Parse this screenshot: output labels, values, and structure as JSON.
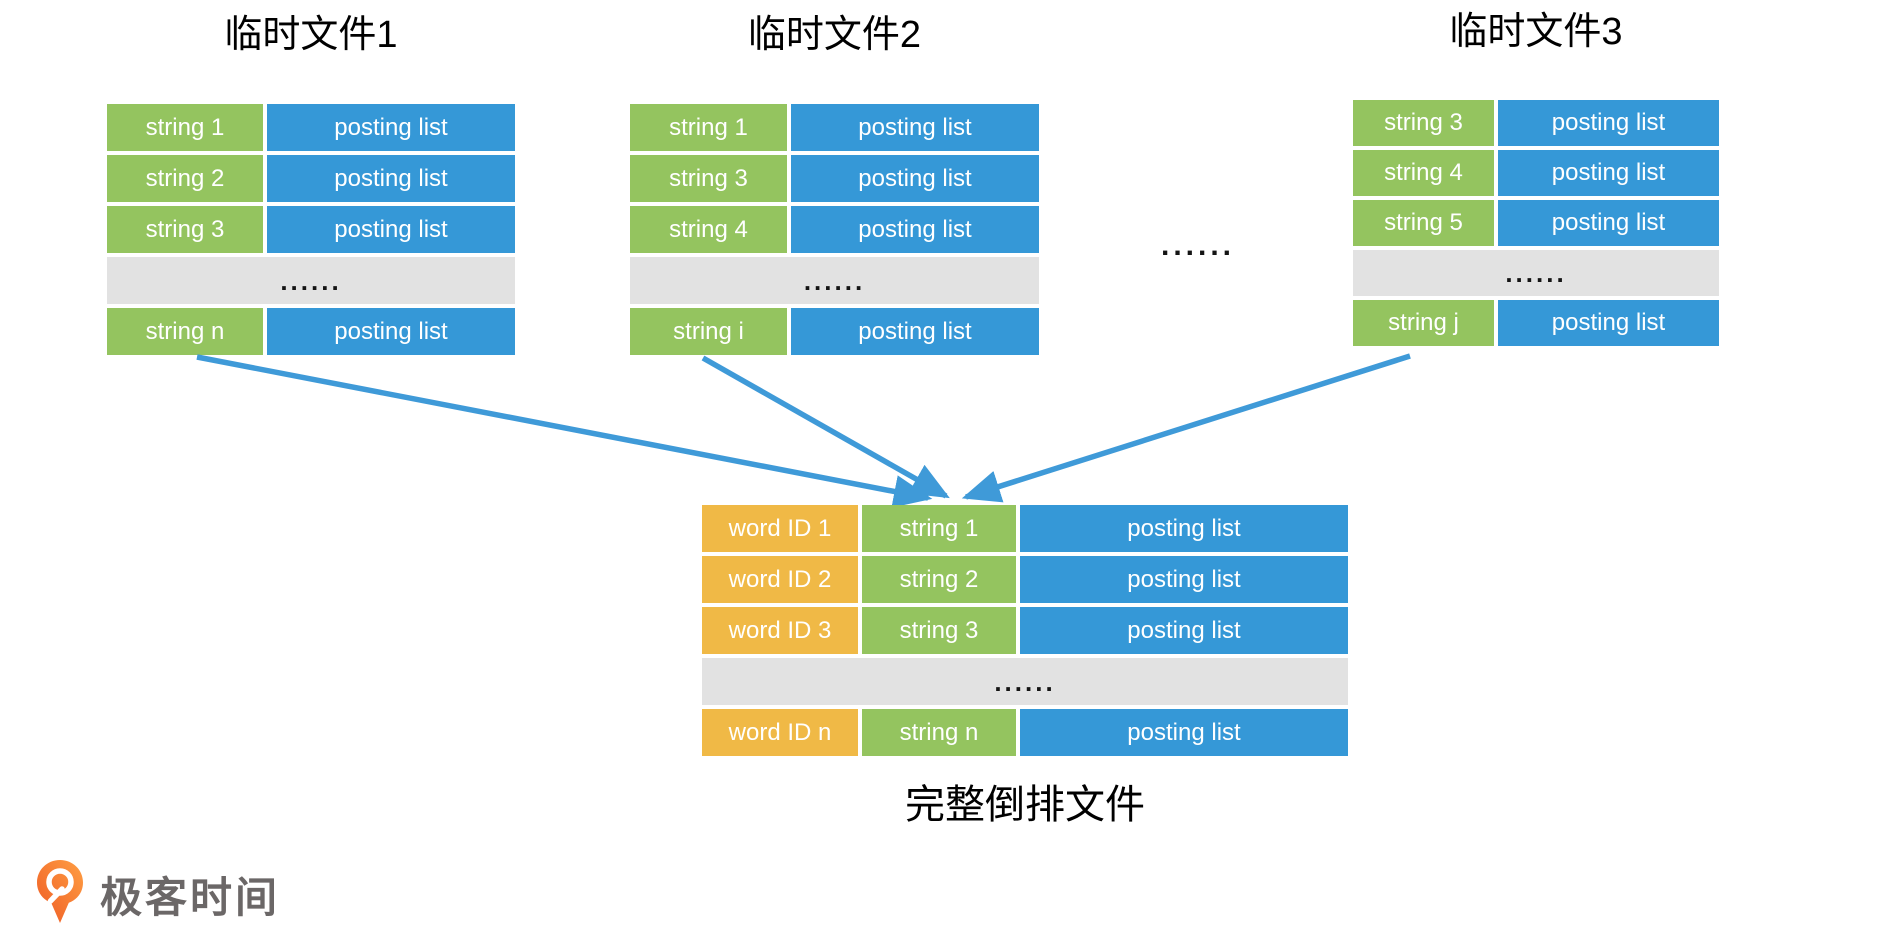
{
  "palette": {
    "term_green": "#94c45f",
    "posting_blue": "#3598d7",
    "word_id_orange": "#f0b946",
    "ellipsis_gray": "#e2e2e2",
    "arrow_blue": "#3f9ad8",
    "logo_orange": "#f26122",
    "logo_text_gray": "#6b6767"
  },
  "temp_files": [
    {
      "title": "临时文件1",
      "rows": [
        [
          "string 1",
          "posting list"
        ],
        [
          "string 2",
          "posting list"
        ],
        [
          "string 3",
          "posting list"
        ]
      ],
      "ellipsis": "......",
      "last_row": [
        "string n",
        "posting list"
      ]
    },
    {
      "title": "临时文件2",
      "rows": [
        [
          "string 1",
          "posting list"
        ],
        [
          "string 3",
          "posting list"
        ],
        [
          "string 4",
          "posting list"
        ]
      ],
      "ellipsis": "......",
      "last_row": [
        "string i",
        "posting list"
      ]
    },
    {
      "title": "临时文件3",
      "rows": [
        [
          "string 3",
          "posting list"
        ],
        [
          "string 4",
          "posting list"
        ],
        [
          "string 5",
          "posting list"
        ]
      ],
      "ellipsis": "......",
      "last_row": [
        "string j",
        "posting list"
      ]
    }
  ],
  "separator": {
    "dots": "......"
  },
  "merged_file": {
    "caption": "完整倒排文件",
    "rows": [
      [
        "word ID 1",
        "string 1",
        "posting list"
      ],
      [
        "word ID 2",
        "string 2",
        "posting list"
      ],
      [
        "word ID 3",
        "string 3",
        "posting list"
      ]
    ],
    "ellipsis": "......",
    "last_row": [
      "word ID n",
      "string n",
      "posting list"
    ]
  },
  "logo": {
    "text": "极客时间"
  }
}
